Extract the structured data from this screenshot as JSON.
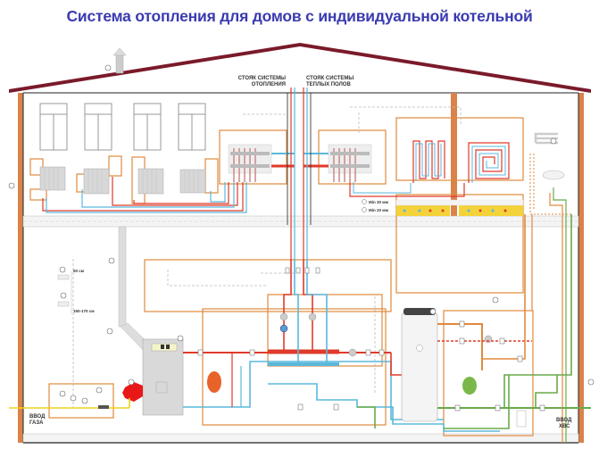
{
  "title": "Система отопления для домов с индивидуальной котельной",
  "labels": {
    "riser_heating_line1": "СТОЯК СИСТЕМЫ",
    "riser_heating_line2": "ОТОПЛЕНИЯ",
    "riser_floor_line1": "СТОЯК СИСТЕМЫ",
    "riser_floor_line2": "ТЕПЛЫХ ПОЛОВ",
    "gas_inlet_line1": "ВВОД",
    "gas_inlet_line2": "ГАЗА",
    "water_inlet_line1": "ВВОД",
    "water_inlet_line2": "ХВС",
    "min30": "Min 30 мм",
    "min20": "Min 20 мм",
    "dim50": "50 см",
    "dim150": "150-170 см"
  },
  "colors": {
    "title": "#3a3ab0",
    "roof": "#7a1a2a",
    "wall": "#d9834a",
    "frame": "#e08a3c",
    "supply": "#e03a2a",
    "return": "#5ab8dc",
    "cold_water": "#6aaa4a",
    "gas": "#f2d21a",
    "burner": "#e81818",
    "floor_fill": "#f3d23a"
  }
}
